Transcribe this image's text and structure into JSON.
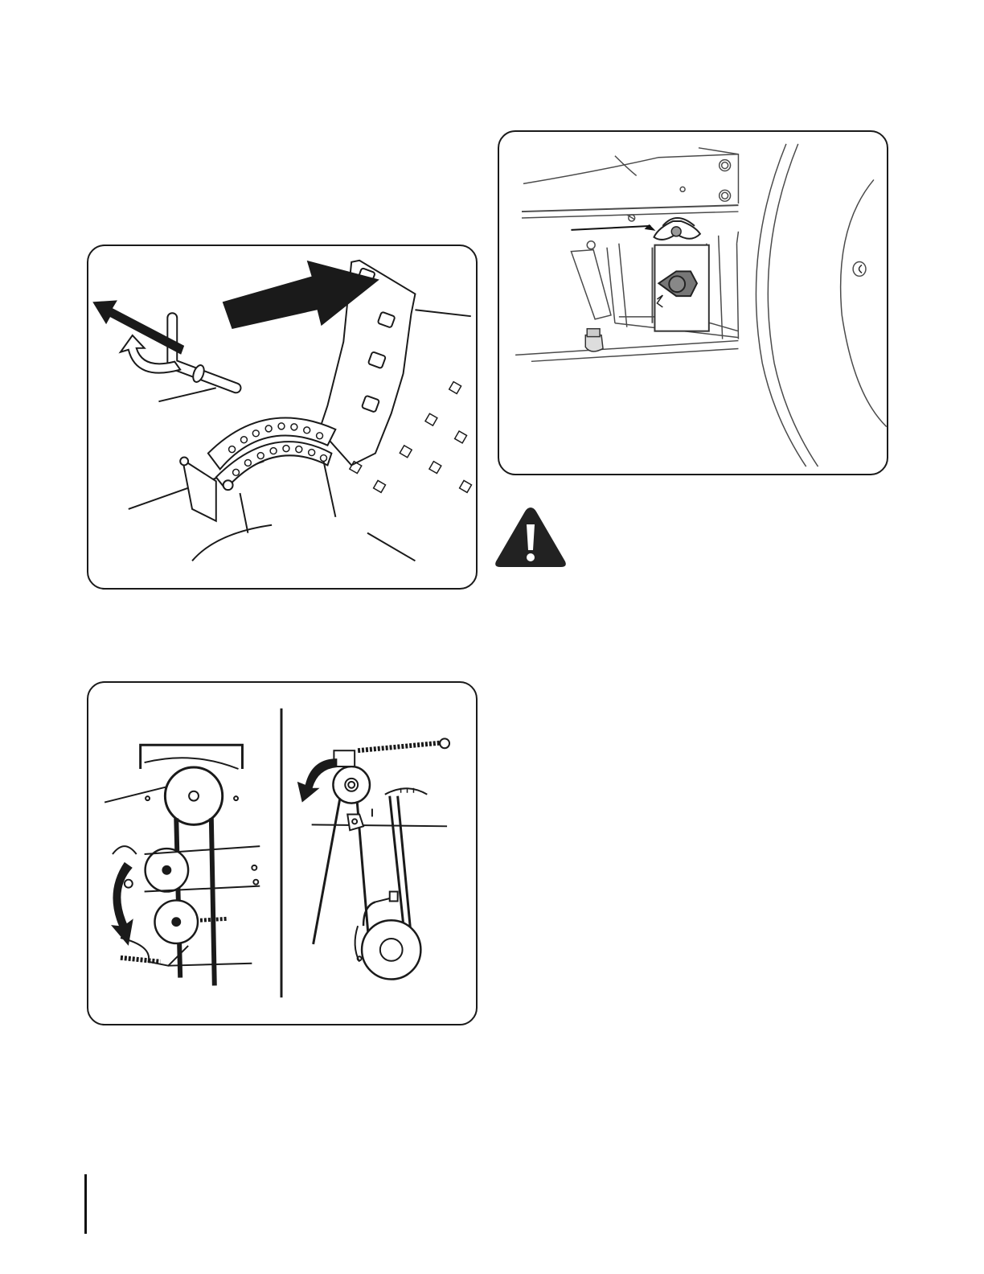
{
  "page": {
    "background": "#ffffff",
    "ink": "#1a1a1a"
  },
  "figures": [
    {
      "id": "pedal-adjustment",
      "icons": [
        "pin-icon",
        "pull-arrow-icon",
        "twist-arrow-icon",
        "push-arrow-icon"
      ]
    },
    {
      "id": "belt-routing",
      "icons": [
        "idler-arrow-icon",
        "idler-arrow-icon"
      ]
    },
    {
      "id": "hairpin-clip",
      "icons": [
        "hairpin-clip-icon"
      ]
    }
  ],
  "warning": {
    "icon": "warning-triangle-icon",
    "color": "#222222"
  }
}
